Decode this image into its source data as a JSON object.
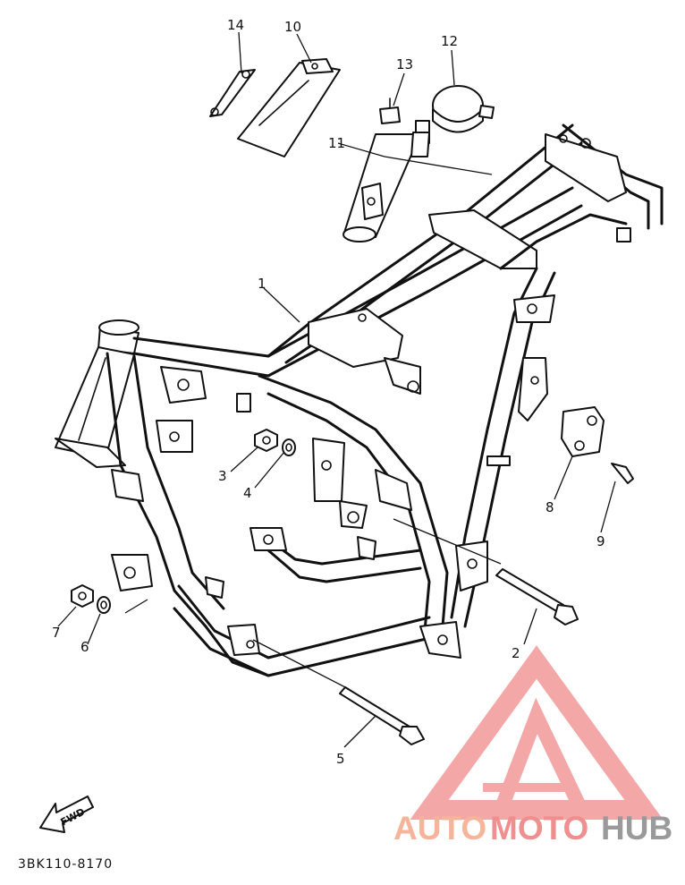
{
  "callouts": [
    {
      "id": "1",
      "label": "1"
    },
    {
      "id": "2",
      "label": "2"
    },
    {
      "id": "3",
      "label": "3"
    },
    {
      "id": "4",
      "label": "4"
    },
    {
      "id": "5",
      "label": "5"
    },
    {
      "id": "6",
      "label": "6"
    },
    {
      "id": "7",
      "label": "7"
    },
    {
      "id": "8",
      "label": "8"
    },
    {
      "id": "9",
      "label": "9"
    },
    {
      "id": "10",
      "label": "10"
    },
    {
      "id": "11",
      "label": "11"
    },
    {
      "id": "12",
      "label": "12"
    },
    {
      "id": "13",
      "label": "13"
    },
    {
      "id": "14",
      "label": "14"
    }
  ],
  "fwd_arrow": {
    "label": "FWD"
  },
  "reference_code": "3BK110-8170",
  "watermark": {
    "part1": "AUTO",
    "part2": "MOTO",
    "part3": "HUB",
    "colors": {
      "part1": "#f6b49a",
      "part2": "#f08f8f",
      "part3": "#9a9a9a",
      "logo": "#f08a8a"
    }
  }
}
